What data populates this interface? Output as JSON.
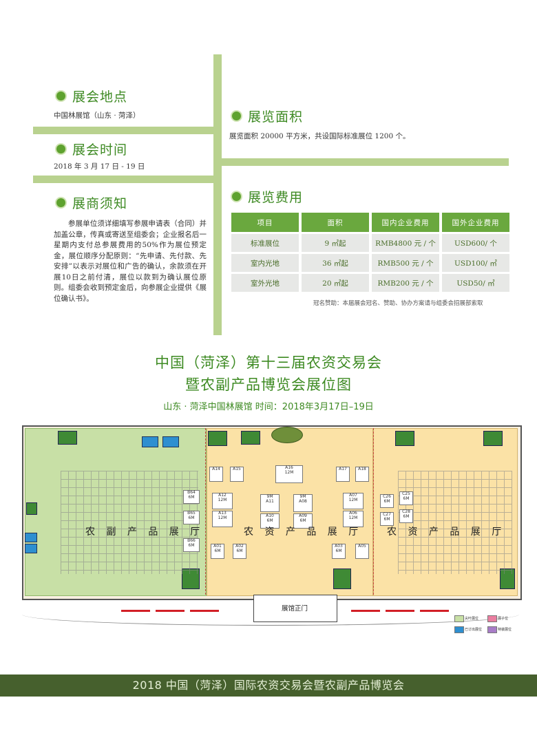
{
  "venue": {
    "heading": "展会地点",
    "text": "中国林展馆（山东 · 菏泽）"
  },
  "dates": {
    "heading": "展会时间",
    "text": "2018 年  3 月 17 日 -  19 日"
  },
  "notice": {
    "heading": "展商须知",
    "text": "参展单位须详细填写参展申请表（合同）并加盖公章，传真或寄送至组委会；企业报名后一星期内支付总参展费用的50%作为展位预定金，展位顺序分配原则：“先申请、先付款、先安排”以表示对展位和广告的确认，余款须在开展10日之前付清，展位以款到为确认展位原则。组委会收到预定金后，向参展企业提供《展位确认书》。"
  },
  "area": {
    "heading": "展览面积",
    "text": "展览面积 20000 平方米，共设国际标准展位 1200 个。"
  },
  "fees": {
    "heading": "展览费用",
    "columns": [
      "项目",
      "面积",
      "国内企业费用",
      "国外企业费用"
    ],
    "rows": [
      [
        "标准展位",
        "9 ㎡起",
        "RMB4800 元 / 个",
        "USD600/ 个"
      ],
      [
        "室内光地",
        "36 ㎡起",
        "RMB500 元 / 个",
        "USD100/ ㎡"
      ],
      [
        "室外光地",
        "20 ㎡起",
        "RMB200 元 / 个",
        "USD50/ ㎡"
      ]
    ],
    "sponsor_note": "冠名赞助：本届展会冠名、赞助、协办方案请与组委会招展部索取"
  },
  "floorplan": {
    "title_line1": "中国（菏泽）第十三届农资交易会",
    "title_line2": "暨农副产品博览会展位图",
    "subtitle": "山东 · 菏泽中国林展馆 时间：2018年3月17日–19日",
    "hall_left": "农 副 产 品 展 厅",
    "hall_center": "农 资 产 品 展 厅",
    "hall_right": "农 资 产 品 展 厅",
    "entrance": "展馆正门",
    "booths": [
      {
        "id": "A14",
        "size": ""
      },
      {
        "id": "A15",
        "size": ""
      },
      {
        "id": "A16",
        "size": "12M"
      },
      {
        "id": "A17",
        "size": ""
      },
      {
        "id": "A18",
        "size": ""
      },
      {
        "id": "A12",
        "size": "12M"
      },
      {
        "id": "A13",
        "size": "12M"
      },
      {
        "id": "A11",
        "size": "9M"
      },
      {
        "id": "A08",
        "size": "9M"
      },
      {
        "id": "A10",
        "size": "6M"
      },
      {
        "id": "A09",
        "size": "6M"
      },
      {
        "id": "A07",
        "size": "12M"
      },
      {
        "id": "A06",
        "size": "12M"
      },
      {
        "id": "A01",
        "size": "6M"
      },
      {
        "id": "A02",
        "size": "6M"
      },
      {
        "id": "A03",
        "size": "6M"
      },
      {
        "id": "A05",
        "size": ""
      },
      {
        "id": "B64",
        "size": "6M"
      },
      {
        "id": "B65",
        "size": "6M"
      },
      {
        "id": "B66",
        "size": "6M"
      },
      {
        "id": "C26",
        "size": "6M"
      },
      {
        "id": "C27",
        "size": "6M"
      },
      {
        "id": "C25",
        "size": "6M"
      },
      {
        "id": "C28",
        "size": "6M"
      }
    ],
    "legend": [
      {
        "label": "尖叶展位",
        "color": "#c8e0a6"
      },
      {
        "label": "展子位",
        "color": "#ea7ea0"
      },
      {
        "label": "已订出展位",
        "color": "#2e8fd0"
      },
      {
        "label": "特装展位",
        "color": "#a87cc7"
      }
    ]
  },
  "footer": {
    "text": "2018 中国（菏泽）国际农资交易会暨农副产品博览会"
  },
  "colors": {
    "accent_green": "#3e8a23",
    "table_header": "#6aa83e",
    "footer_bg": "#46602d"
  }
}
